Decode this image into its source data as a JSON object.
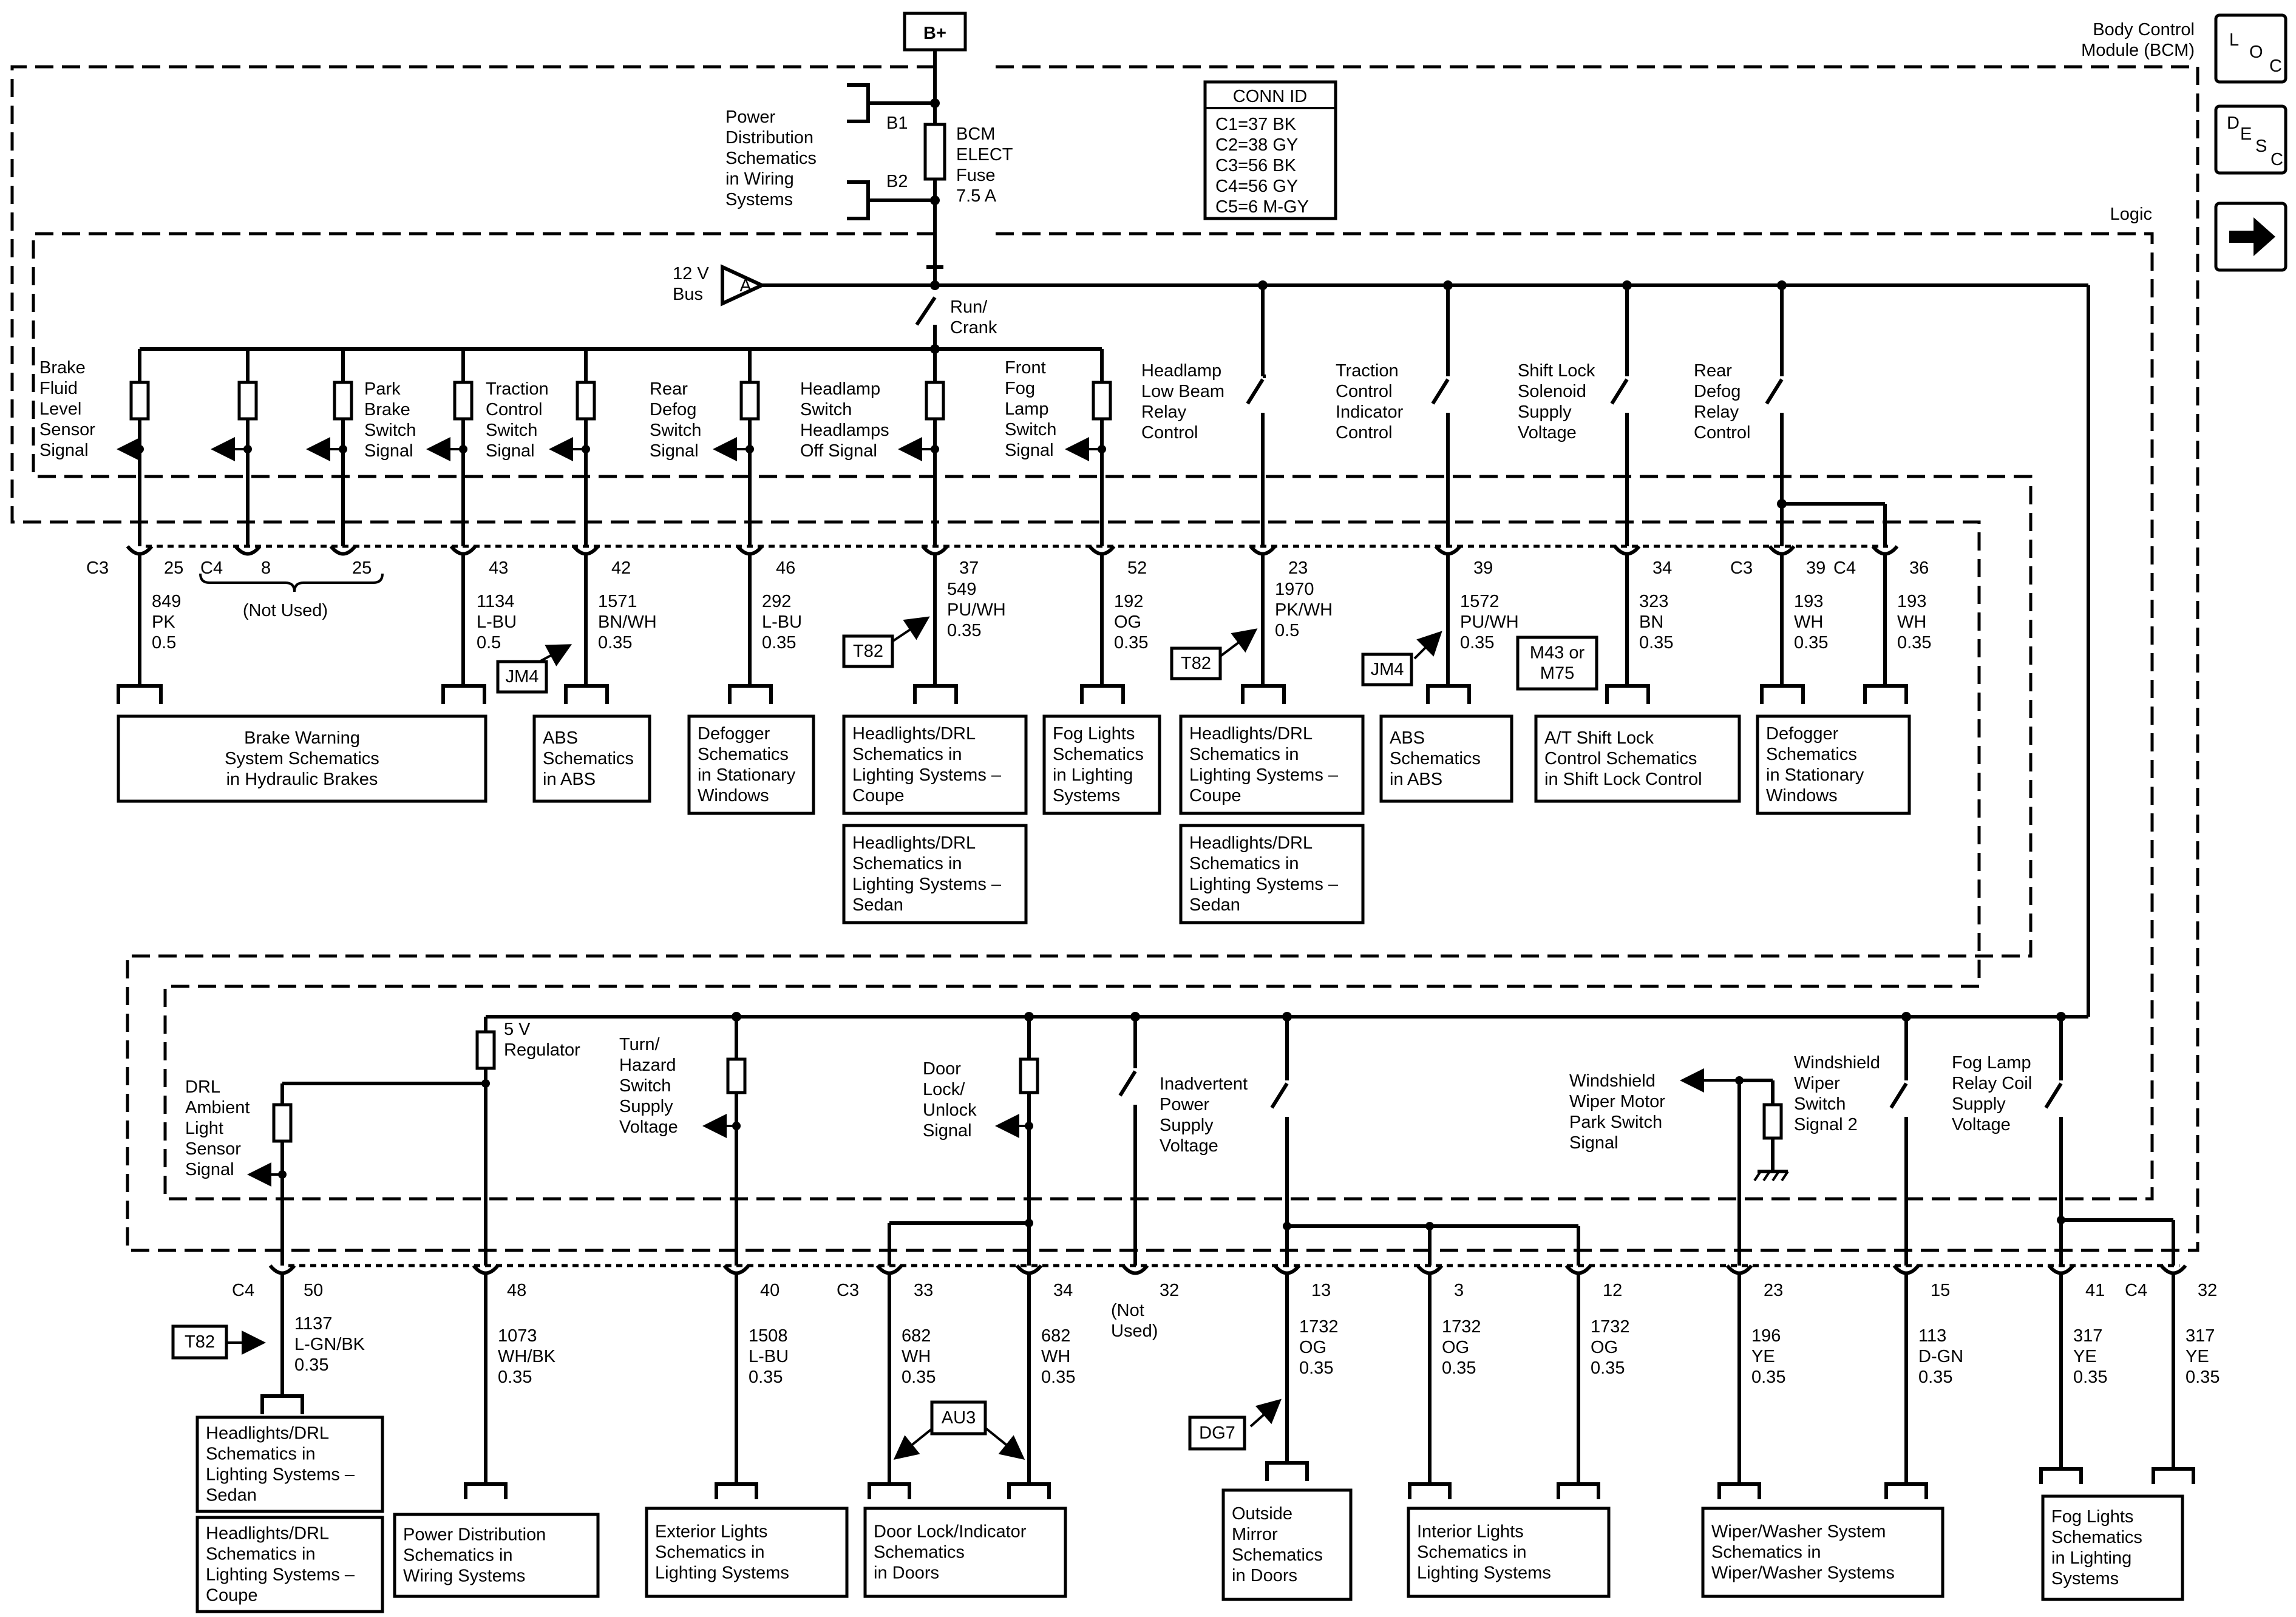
{
  "header": {
    "bplus": "B+",
    "module": [
      "Body Control",
      "Module (BCM)"
    ],
    "logic": "Logic"
  },
  "side_buttons": {
    "loc": [
      "L",
      "O",
      "C"
    ],
    "desc": [
      "D",
      "E",
      "S",
      "C"
    ],
    "next": "arrow-right-icon"
  },
  "conn_id": {
    "title": "CONN ID",
    "rows": [
      "C1=37 BK",
      "C2=38 GY",
      "C3=56 BK",
      "C4=56 GY",
      "C5=6 M-GY"
    ]
  },
  "fuse": {
    "note": [
      "Power",
      "Distribution",
      "Schematics",
      "in Wiring",
      "Systems"
    ],
    "b1": "B1",
    "b2": "B2",
    "label": [
      "BCM",
      "ELECT",
      "Fuse",
      "7.5 A"
    ]
  },
  "bus": {
    "label": [
      "12 V",
      "Bus"
    ],
    "ref": "A",
    "run_crank": [
      "Run/",
      "Crank"
    ]
  },
  "top_inputs": [
    [
      "Brake",
      "Fluid",
      "Level",
      "Sensor",
      "Signal"
    ],
    [
      "Park",
      "Brake",
      "Switch",
      "Signal"
    ],
    [
      "Traction",
      "Control",
      "Switch",
      "Signal"
    ],
    [
      "Rear",
      "Defog",
      "Switch",
      "Signal"
    ],
    [
      "Headlamp",
      "Switch",
      "Headlamps",
      "Off Signal"
    ],
    [
      "Front",
      "Fog",
      "Lamp",
      "Switch",
      "Signal"
    ],
    [
      "Headlamp",
      "Low Beam",
      "Relay",
      "Control"
    ],
    [
      "Traction",
      "Control",
      "Indicator",
      "Control"
    ],
    [
      "Shift Lock",
      "Solenoid",
      "Supply",
      "Voltage"
    ],
    [
      "Rear",
      "Defog",
      "Relay",
      "Control"
    ]
  ],
  "top_pins": [
    "C3",
    "25",
    "C4",
    "8",
    "25",
    "43",
    "42",
    "46",
    "37",
    "52",
    "23",
    "39",
    "34",
    "C3",
    "39",
    "C4",
    "36"
  ],
  "not_used_top": "(Not Used)",
  "top_wires": [
    [
      "849",
      "PK",
      "0.5"
    ],
    [
      "1134",
      "L-BU",
      "0.5"
    ],
    [
      "1571",
      "BN/WH",
      "0.35"
    ],
    [
      "292",
      "L-BU",
      "0.35"
    ],
    [
      "549",
      "PU/WH",
      "0.35"
    ],
    [
      "192",
      "OG",
      "0.35"
    ],
    [
      "1970",
      "PK/WH",
      "0.5"
    ],
    [
      "1572",
      "PU/WH",
      "0.35"
    ],
    [
      "323",
      "BN",
      "0.35"
    ],
    [
      "193",
      "WH",
      "0.35"
    ],
    [
      "193",
      "WH",
      "0.35"
    ]
  ],
  "top_tags": [
    "JM4",
    "T82",
    "T82",
    "JM4",
    [
      "M43 or",
      "M75"
    ]
  ],
  "top_destinations": [
    [
      "Brake Warning",
      "System Schematics",
      "in Hydraulic Brakes"
    ],
    [
      "ABS",
      "Schematics",
      "in ABS"
    ],
    [
      "Defogger",
      "Schematics",
      "in Stationary",
      "Windows"
    ],
    [
      "Headlights/DRL",
      "Schematics in",
      "Lighting Systems –",
      "Coupe"
    ],
    [
      "Headlights/DRL",
      "Schematics in",
      "Lighting Systems –",
      "Sedan"
    ],
    [
      "Fog Lights",
      "Schematics",
      "in Lighting",
      "Systems"
    ],
    [
      "Headlights/DRL",
      "Schematics in",
      "Lighting Systems –",
      "Coupe"
    ],
    [
      "Headlights/DRL",
      "Schematics in",
      "Lighting Systems –",
      "Sedan"
    ],
    [
      "ABS",
      "Schematics",
      "in ABS"
    ],
    [
      "A/T Shift Lock",
      "Control Schematics",
      "in Shift Lock Control"
    ],
    [
      "Defogger",
      "Schematics",
      "in Stationary",
      "Windows"
    ]
  ],
  "bottom_inputs": [
    [
      "DRL",
      "Ambient",
      "Light",
      "Sensor",
      "Signal"
    ],
    [
      "5 V",
      "Regulator"
    ],
    [
      "Turn/",
      "Hazard",
      "Switch",
      "Supply",
      "Voltage"
    ],
    [
      "Door",
      "Lock/",
      "Unlock",
      "Signal"
    ],
    [
      "Inadvertent",
      "Power",
      "Supply",
      "Voltage"
    ],
    [
      "Windshield",
      "Wiper Motor",
      "Park Switch",
      "Signal"
    ],
    [
      "Windshield",
      "Wiper",
      "Switch",
      "Signal 2"
    ],
    [
      "Fog Lamp",
      "Relay Coil",
      "Supply",
      "Voltage"
    ]
  ],
  "bottom_pins": [
    "C4",
    "50",
    "48",
    "40",
    "C3",
    "33",
    "34",
    "32",
    "13",
    "3",
    "12",
    "23",
    "15",
    "41",
    "C4",
    "32"
  ],
  "not_used_bottom": [
    "(Not",
    "Used)"
  ],
  "bottom_wires": [
    [
      "1137",
      "L-GN/BK",
      "0.35"
    ],
    [
      "1073",
      "WH/BK",
      "0.35"
    ],
    [
      "1508",
      "L-BU",
      "0.35"
    ],
    [
      "682",
      "WH",
      "0.35"
    ],
    [
      "682",
      "WH",
      "0.35"
    ],
    [
      "1732",
      "OG",
      "0.35"
    ],
    [
      "1732",
      "OG",
      "0.35"
    ],
    [
      "1732",
      "OG",
      "0.35"
    ],
    [
      "196",
      "YE",
      "0.35"
    ],
    [
      "113",
      "D-GN",
      "0.35"
    ],
    [
      "317",
      "YE",
      "0.35"
    ],
    [
      "317",
      "YE",
      "0.35"
    ]
  ],
  "bottom_tags": [
    "T82",
    "AU3",
    "DG7"
  ],
  "bottom_destinations": [
    [
      "Headlights/DRL",
      "Schematics in",
      "Lighting Systems –",
      "Sedan"
    ],
    [
      "Headlights/DRL",
      "Schematics in",
      "Lighting Systems –",
      "Coupe"
    ],
    [
      "Power Distribution",
      "Schematics in",
      "Wiring Systems"
    ],
    [
      "Exterior Lights",
      "Schematics in",
      "Lighting Systems"
    ],
    [
      "Door Lock/Indicator",
      "Schematics",
      "in Doors"
    ],
    [
      "Outside",
      "Mirror",
      "Schematics",
      "in Doors"
    ],
    [
      "Interior Lights",
      "Schematics in",
      "Lighting Systems"
    ],
    [
      "Wiper/Washer System",
      "Schematics in",
      "Wiper/Washer Systems"
    ],
    [
      "Fog Lights",
      "Schematics",
      "in Lighting",
      "Systems"
    ]
  ]
}
